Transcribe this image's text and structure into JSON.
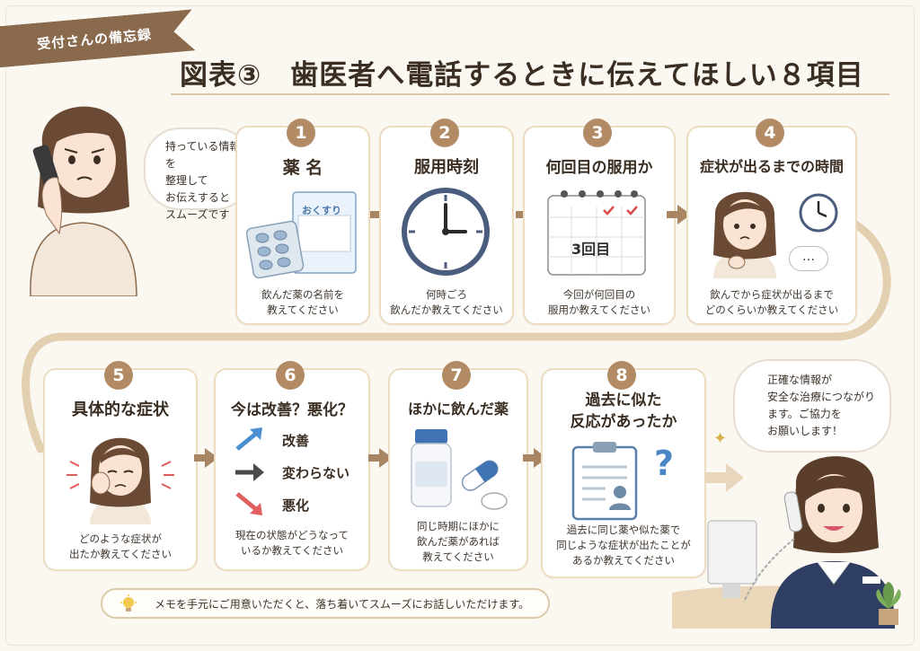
{
  "header": {
    "ribbon_label": "受付さんの備忘録",
    "title": "図表③　歯医者へ電話するときに伝えてほしい８項目"
  },
  "patient_bubble": "持っている情報を\n整理して\nお伝えすると\nスムーズです",
  "items": [
    {
      "number": "1",
      "title": "薬 名",
      "desc": "飲んだ薬の名前を\n教えてください",
      "pack_label": "おくすり"
    },
    {
      "number": "2",
      "title": "服用時刻",
      "desc": "何時ごろ\n飲んだか教えてください"
    },
    {
      "number": "3",
      "title": "何回目の服用か",
      "desc": "今回が何回目の\n服用か教えてください",
      "calendar_label": "3回目"
    },
    {
      "number": "4",
      "title": "症状が出るまでの時間",
      "desc": "飲んでから症状が出るまで\nどのくらいか教えてください",
      "thought": "…"
    },
    {
      "number": "5",
      "title": "具体的な症状",
      "desc": "どのような症状が\n出たか教えてください"
    },
    {
      "number": "6",
      "title": "今は改善？悪化？",
      "desc": "現在の状態がどうなって\nいるか教えてください",
      "trends": [
        {
          "label": "改善",
          "color": "#4a8fd0"
        },
        {
          "label": "変わらない",
          "color": "#4a4a4a"
        },
        {
          "label": "悪化",
          "color": "#e06060"
        }
      ]
    },
    {
      "number": "7",
      "title": "ほかに飲んだ薬",
      "desc": "同じ時期にほかに\n飲んだ薬があれば\n教えてください"
    },
    {
      "number": "8",
      "title": "過去に似た\n反応があったか",
      "desc": "過去に同じ薬や似た薬で\n同じような症状が出たことが\nあるか教えてください",
      "mark": "?"
    }
  ],
  "receptionist_bubble": "正確な情報が\n安全な治療につながり\nます。ご協力を\nお願いします！",
  "memo": "メモを手元にご用意いただくと、落ち着いてスムーズにお話しいただけます。",
  "colors": {
    "accent": "#b28b64",
    "border": "#ecdcc2",
    "ribbon": "#8a6a4d",
    "scrub": "#2f3f63"
  }
}
